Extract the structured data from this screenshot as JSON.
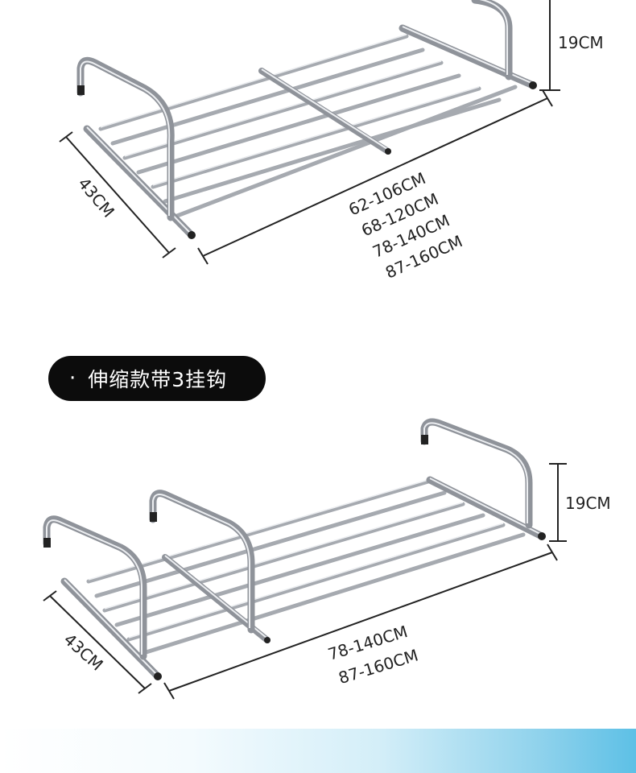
{
  "top_product": {
    "height_label": "19CM",
    "depth_label": "43CM",
    "length_labels": [
      "62-106CM",
      "68-120CM",
      "78-140CM",
      "87-160CM"
    ]
  },
  "variant_label": {
    "bullet": "·",
    "text": "伸缩款带3挂钩"
  },
  "bottom_product": {
    "height_label": "19CM",
    "depth_label": "43CM",
    "length_labels": [
      "78-140CM",
      "87-160CM"
    ]
  },
  "colors": {
    "steel": "#b8bcc2",
    "steel_dark": "#7d8188",
    "pill_bg": "#0c0c0c",
    "accent_blue": "#5dc0e6"
  }
}
